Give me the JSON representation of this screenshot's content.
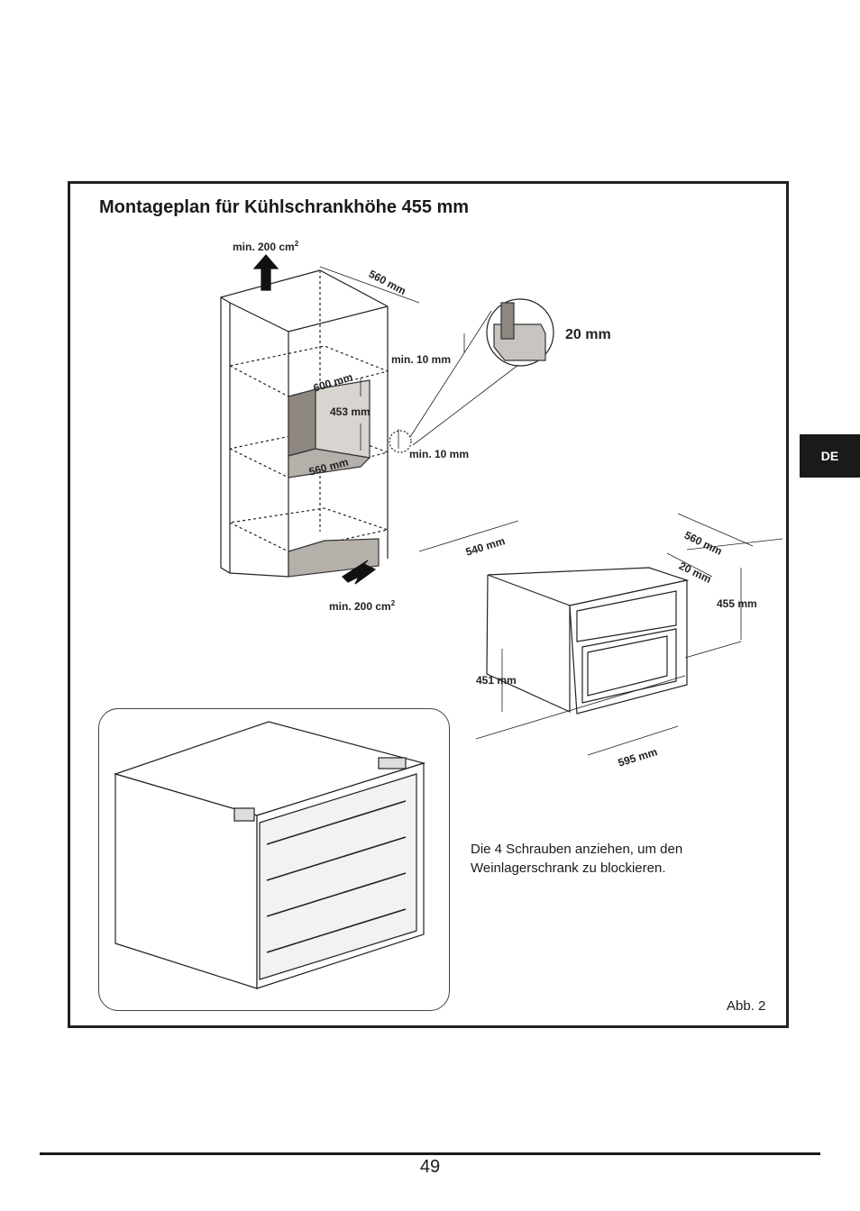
{
  "page": {
    "title": "Montageplan für Kühlschrankhöhe 455 mm",
    "language_tab": "DE",
    "page_number": "49",
    "figure_label": "Abb. 2",
    "note": "Die 4 Schrauben anziehen, um den Weinlagerschrank zu blockieren."
  },
  "cabinet_diagram": {
    "vent_top": "min.  200 cm",
    "vent_top_sup": "2",
    "depth_top": "560 mm",
    "width_niche": "600 mm",
    "gap_top": "min. 10 mm",
    "height_niche": "453 mm",
    "depth_niche": "560 mm",
    "gap_bottom": "min. 10 mm",
    "vent_bottom": "min. 200 cm",
    "vent_bottom_sup": "2",
    "detail_gap": "20 mm"
  },
  "appliance_diagram": {
    "depth_body": "540 mm",
    "depth_total": "560 mm",
    "front_offset": "20 mm",
    "height_front": "455 mm",
    "height_body": "451 mm",
    "width_front": "595 mm"
  }
}
